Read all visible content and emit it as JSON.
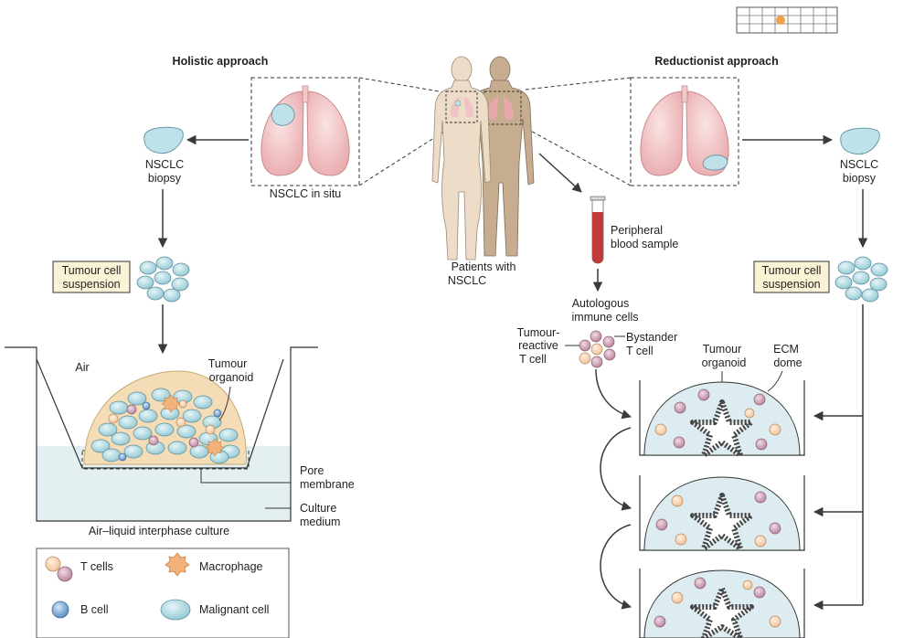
{
  "titles": {
    "holistic": "Holistic approach",
    "reductionist": "Reductionist approach"
  },
  "left": {
    "in_situ": "NSCLC in situ",
    "biopsy_line1": "NSCLC",
    "biopsy_line2": "biopsy",
    "suspension_line1": "Tumour cell",
    "suspension_line2": "suspension",
    "air": "Air",
    "organoid_line1": "Tumour",
    "organoid_line2": "organoid",
    "pore_line1": "Pore",
    "pore_line2": "membrane",
    "culture_line1": "Culture",
    "culture_line2": "medium",
    "caption": "Air–liquid interphase culture"
  },
  "center": {
    "patients_line1": "Patients with",
    "patients_line2": "NSCLC",
    "blood_line1": "Peripheral",
    "blood_line2": "blood sample",
    "immune_line1": "Autologous",
    "immune_line2": "immune cells",
    "reactive_line1": "Tumour-",
    "reactive_line2": "reactive",
    "reactive_line3": "T cell",
    "bystander_line1": "Bystander",
    "bystander_line2": "T cell"
  },
  "right": {
    "biopsy_line1": "NSCLC",
    "biopsy_line2": "biopsy",
    "suspension_line1": "Tumour cell",
    "suspension_line2": "suspension",
    "organoid_line1": "Tumour",
    "organoid_line2": "organoid",
    "ecm_line1": "ECM",
    "ecm_line2": "dome"
  },
  "legend": {
    "t_cells": "T cells",
    "macrophage": "Macrophage",
    "b_cell": "B cell",
    "malignant": "Malignant cell"
  },
  "colors": {
    "lung": "#f2c2c4",
    "lung_edge": "#c98b8f",
    "tumour": "#bfe2ea",
    "tumour_edge": "#6a9aa6",
    "skin_light": "#ecdcc8",
    "skin_dark": "#c7ad8f",
    "medium": "#e4eff1",
    "dome": "#dcecf0",
    "stroma": "#f3dcb6",
    "t_cell_peach": "#f5d3b0",
    "t_cell_mauve": "#c28fa6",
    "b_cell": "#6d9fcf",
    "macrophage": "#f2b27a",
    "blood": "#c23b3b"
  }
}
